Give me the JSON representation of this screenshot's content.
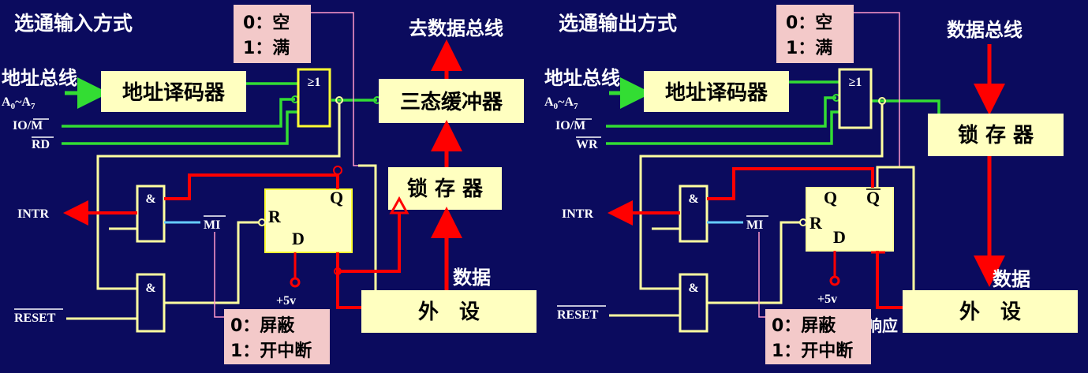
{
  "left": {
    "title": "选通输入方式",
    "addr_bus": "地址总线",
    "addr_a": "A",
    "addr_sub0": "0",
    "addr_tilde": "~A",
    "addr_sub7": "7",
    "io_m": "IO/M",
    "rd": "RD",
    "decoder": "地址译码器",
    "or_gate": "≥1",
    "buffer": "三态缓冲器",
    "to_bus": "去数据总线",
    "latch": "锁 存 器",
    "peripheral": "外　设",
    "data": "数据",
    "intr": "INTR",
    "mi": "MI",
    "reset": "RESET",
    "and1": "&",
    "and2": "&",
    "q": "Q",
    "r": "R",
    "d": "D",
    "vcc": "+5v",
    "status_empty": "0：空",
    "status_full": "1：满",
    "mask": "0：屏蔽",
    "open_int": "1：开中断"
  },
  "right": {
    "title": "选通输出方式",
    "addr_bus": "地址总线",
    "addr_a": "A",
    "addr_sub0": "0",
    "addr_tilde": "~A",
    "addr_sub7": "7",
    "io_m": "IO/M",
    "wr": "WR",
    "decoder": "地址译码器",
    "or_gate": "≥1",
    "latch": "锁 存 器",
    "data_bus": "数据总线",
    "peripheral": "外　设",
    "data": "数据",
    "intr": "INTR",
    "mi": "MI",
    "reset": "RESET",
    "and1": "&",
    "and2": "&",
    "q": "Q",
    "qbar": "Q",
    "r": "R",
    "d": "D",
    "vcc": "+5v",
    "status_empty": "0：空",
    "status_full": "1：满",
    "mask": "0：屏蔽",
    "open_int": "1：开中断",
    "response": "响应"
  },
  "colors": {
    "background": "#0b0b5e",
    "box_fill": "#ffffc0",
    "pink_fill": "#f3c9c9",
    "bus_green": "#33dd33",
    "control_red": "#ff0000",
    "wire_yellow": "#ffffa0",
    "mi_blue": "#66ccff",
    "pink_line": "#ff99cc"
  }
}
